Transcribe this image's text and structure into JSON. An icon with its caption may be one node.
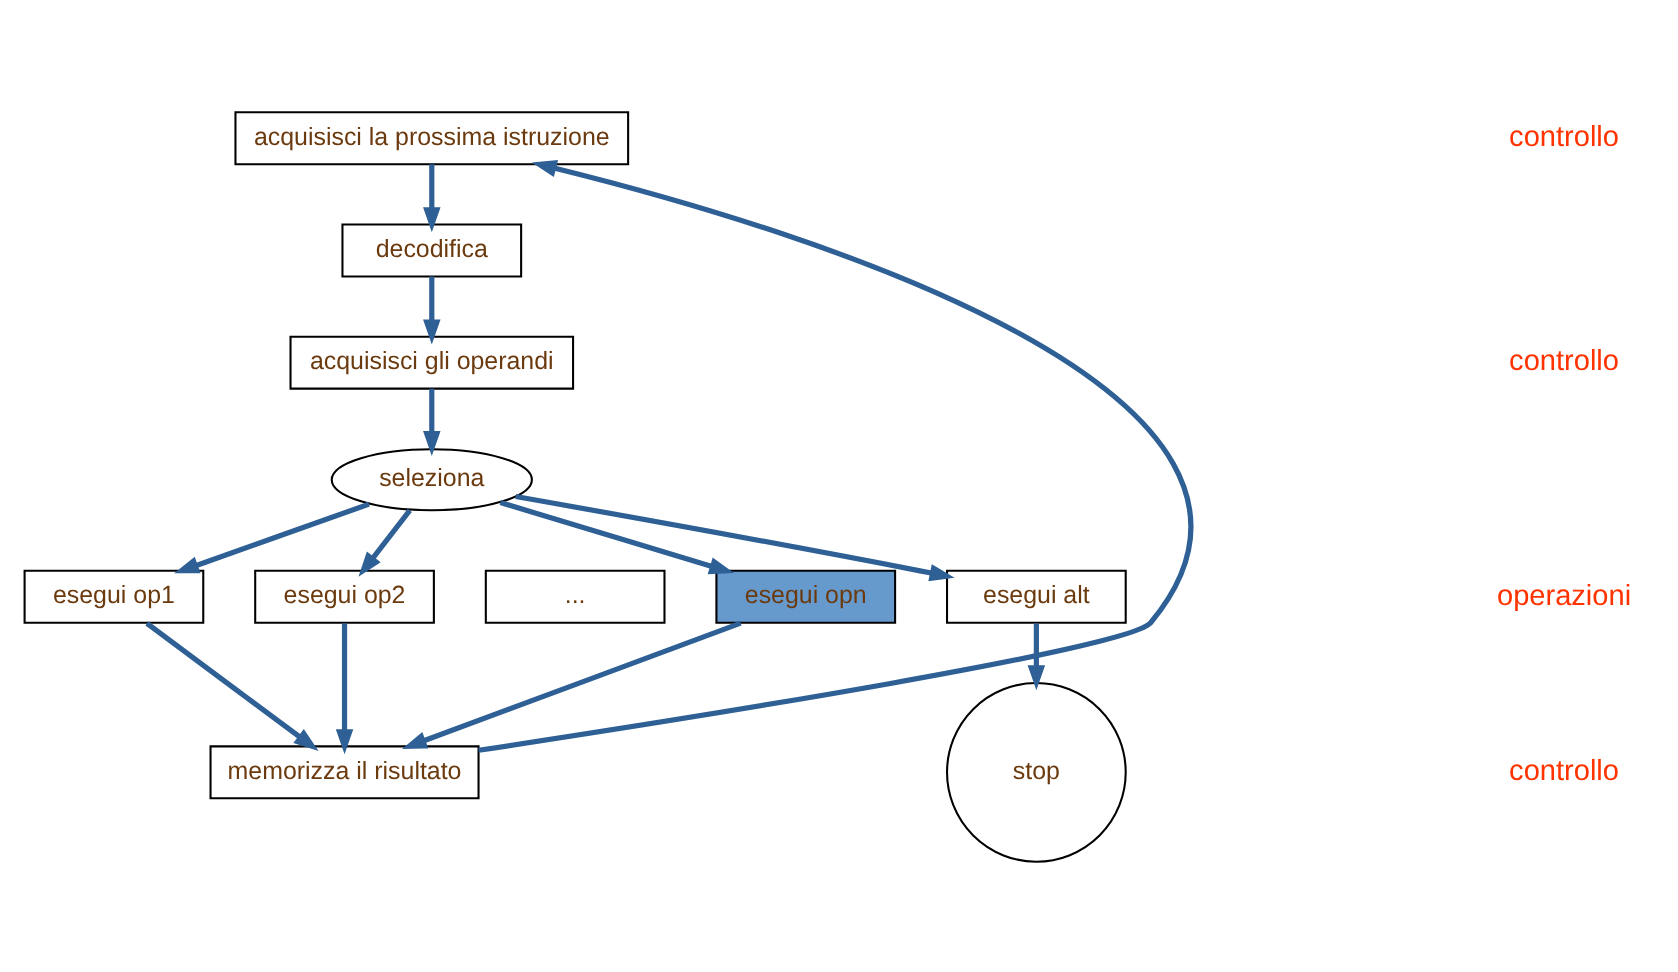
{
  "diagram": {
    "nodes": [
      {
        "text": [
          "acquisisci la prossima istruzione"
        ]
      },
      {
        "text": [
          "decodifica"
        ]
      },
      {
        "text": [
          "acquisisci gli operandi"
        ]
      },
      {
        "text": [
          "seleziona"
        ]
      },
      {
        "text": [
          "esegui op1"
        ]
      },
      {
        "text": [
          "esegui op2"
        ]
      },
      {
        "text": [
          "..."
        ]
      },
      {
        "text": [
          "esegui opn"
        ]
      },
      {
        "text": [
          "esegui alt"
        ]
      },
      {
        "text": [
          "memorizza il risultato"
        ]
      },
      {
        "text": [
          "stop"
        ]
      }
    ],
    "edges": [
      {
        "from": 0,
        "to": 1,
        "arrow": "to"
      },
      {
        "from": 1,
        "to": 2,
        "arrow": "to"
      },
      {
        "from": 2,
        "to": 3,
        "arrow": "to"
      },
      {
        "from": 3,
        "to": 4,
        "arrow": "to"
      },
      {
        "from": 3,
        "to": 5,
        "arrow": "to"
      },
      {
        "from": 3,
        "to": 7,
        "arrow": "to"
      },
      {
        "from": 3,
        "to": 8,
        "arrow": "to"
      },
      {
        "from": 4,
        "to": 9,
        "arrow": "to"
      },
      {
        "from": 5,
        "to": 9,
        "arrow": "to"
      },
      {
        "from": 7,
        "to": 9,
        "arrow": "to"
      },
      {
        "from": 8,
        "to": 10,
        "arrow": "to"
      },
      {
        "from": 9,
        "to": 0,
        "arrow": "to"
      }
    ],
    "labels": [
      "controllo",
      "controllo",
      "operazioni",
      "controllo"
    ]
  }
}
